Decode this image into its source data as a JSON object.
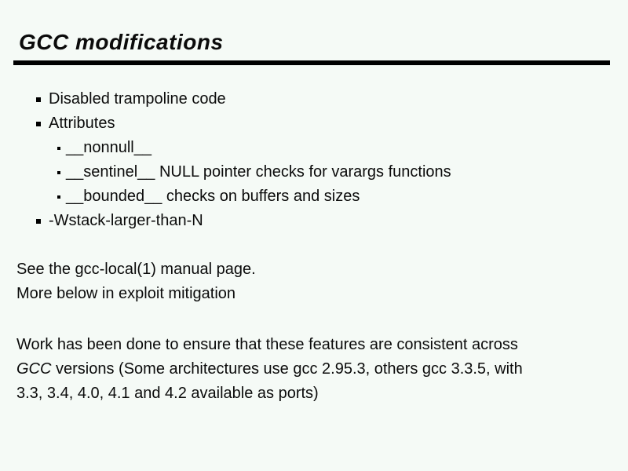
{
  "slide": {
    "background_color": "#f5faf6",
    "text_color": "#0b0b0b",
    "rule_color": "#000000",
    "title": "GCC modifications",
    "bullets": [
      {
        "level": 1,
        "text": "Disabled trampoline code"
      },
      {
        "level": 1,
        "text": "Attributes"
      },
      {
        "level": 2,
        "text": "__nonnull__"
      },
      {
        "level": 2,
        "text": "__sentinel__ NULL pointer checks for varargs functions"
      },
      {
        "level": 2,
        "text": "__bounded__ checks on buffers and sizes"
      },
      {
        "level": 1,
        "text": "-Wstack-larger-than-N"
      }
    ],
    "notes": {
      "line1": "See the gcc-local(1) manual page.",
      "line2": "More below in exploit mitigation"
    },
    "paragraph": {
      "line1": "Work has been done to ensure that these features are consistent across",
      "line2_italic": "GCC",
      "line2_rest": " versions (Some architectures use gcc 2.95.3, others gcc 3.3.5, with",
      "line3": "3.3, 3.4, 4.0, 4.1 and 4.2 available as ports)"
    }
  }
}
